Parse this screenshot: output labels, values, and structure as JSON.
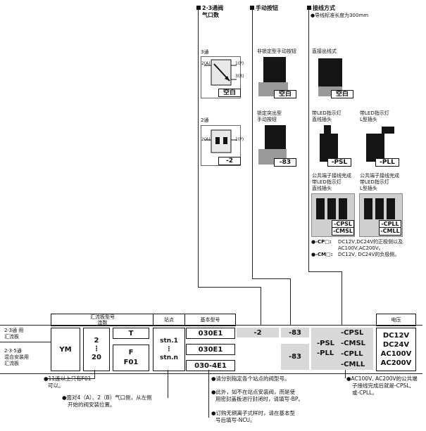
{
  "sections": {
    "ports": {
      "title": "2·3通阀",
      "subtitle": "气口数"
    },
    "manual": {
      "title": "手动按钮"
    },
    "wiring": {
      "title": "接线方式",
      "note": "●导线标准长度为300mm"
    }
  },
  "ports": {
    "three_way": {
      "label": "3通",
      "p2a": "2(A)",
      "p1p": "1(P)",
      "p3r": "3(R)",
      "tag": "空白"
    },
    "two_way": {
      "label": "2通",
      "p2a": "2(A)",
      "p1p": "1(P)",
      "tag": "-2"
    }
  },
  "manual_items": {
    "nonlock": {
      "caption": "非锁定型手动按钮",
      "tag": "空白"
    },
    "lock": {
      "caption_l1": "锁定突出型",
      "caption_l2": "手动按钮",
      "tag": "-83"
    }
  },
  "wiring_items": {
    "direct": {
      "caption": "直接出线式",
      "tag": "空白"
    },
    "psl": {
      "caption_l1": "带LED指示灯",
      "caption_l2": "直线插头",
      "tag": "-PSL"
    },
    "pll": {
      "caption_l1": "带LED指示灯",
      "caption_l2": "L型插头",
      "tag": "-PLL"
    },
    "cpsl": {
      "caption_l1": "公共端子接线完成",
      "caption_l2": "带LED指示灯",
      "caption_l3": "直线插头",
      "tag1": "-CPSL",
      "tag2": "-CMSL"
    },
    "cpll": {
      "caption_l1": "公共端子接线完成",
      "caption_l2": "带LED指示灯",
      "caption_l3": "L型插头",
      "tag1": "-CPLL",
      "tag2": "-CMLL"
    }
  },
  "wiring_notes": {
    "cp_key": "●-CP□:",
    "cp_text_l1": "DC12V,DC24V的正极侧以及",
    "cp_text_l2": "AC100V,AC200V。",
    "cm_key": "●-CM□:",
    "cm_text": "DC12V, DC24V的负极侧。"
  },
  "table": {
    "headers": {
      "manifold_l1": "汇流板型号",
      "manifold_l2": "连数",
      "station": "站点",
      "base_model": "基本型号",
      "voltage": "电压"
    },
    "row_labels": {
      "row1_l1": "2·3通 用",
      "row1_l2": "汇流板",
      "row2_l1": "2·3·5通",
      "row2_l2": "混合安装用",
      "row2_l3": "汇流板"
    },
    "ym": "YM",
    "counts": {
      "top": "2",
      "dots": "⋮",
      "bottom": "20"
    },
    "types": {
      "t": "T",
      "f": "F",
      "f01": "F01"
    },
    "stations": {
      "top": "stn.1",
      "dots": "⋮",
      "bottom": "stn.n"
    },
    "base_models": {
      "a": "030E1",
      "b": "030E1",
      "c": "030-4E1"
    },
    "port_option": "-2",
    "manual_option_a": "-83",
    "manual_option_b": "-83",
    "wiring_col1": {
      "a": "-PSL",
      "b": "-PLL"
    },
    "wiring_col2": {
      "a": "-CPSL",
      "b": "-CMSL",
      "c": "-CPLL",
      "d": "-CMLL"
    },
    "voltages": {
      "a": "DC12V",
      "b": "DC24V",
      "c": "AC100V",
      "d": "AC200V"
    }
  },
  "notes": {
    "n1_l1": "●11连以上只有F01",
    "n1_l2": "可以。",
    "n2_l1": "●面对4（A）、2（B）气口侧，从左侧",
    "n2_l2": "开始的阀安装位置。",
    "n3": "●请分别指定各个站点的阀型号。",
    "n4_l1": "●此外，如不在站点安装阀，而是使",
    "n4_l2": "用密封盖板进行封闭时，请填写-BP。",
    "n5_l1": "●订购无铜离子式样时，请在基本型",
    "n5_l2": "号后填写-NCU。",
    "n6_l1": "●AC100V, AC200V的公共端",
    "n6_l2": "子接线完成后就是-CPSL,",
    "n6_l3": "或-CPLL。"
  }
}
